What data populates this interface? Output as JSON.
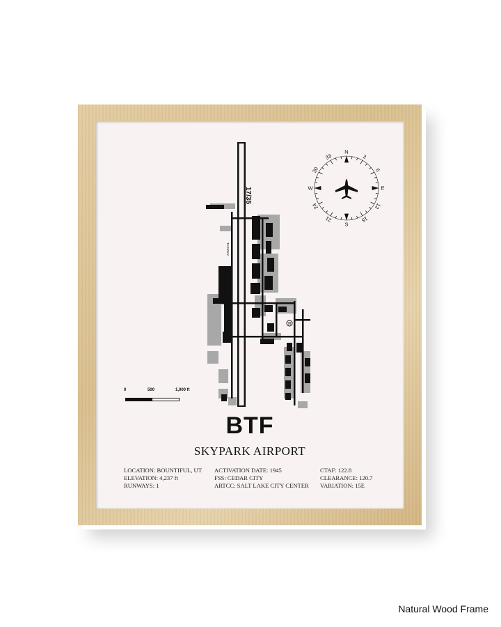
{
  "poster": {
    "code": "BTF",
    "name": "SKYPARK AIRPORT",
    "runway_label": "17/35",
    "taxiway_label": "TAXIWAY",
    "heliport_symbol": "H",
    "scale": {
      "labels": [
        "0",
        "500",
        "1,000 ft"
      ]
    },
    "compass": {
      "cardinals": [
        "N",
        "E",
        "S",
        "W"
      ],
      "headings": [
        "3",
        "6",
        "12",
        "15",
        "21",
        "24",
        "30",
        "33"
      ],
      "center_icon": "airplane-icon"
    },
    "info_columns": [
      [
        "LOCATION: BOUNTIFUL, UT",
        "ELEVATION: 4,237 ft",
        "RUNWAYS: 1"
      ],
      [
        "ACTIVATION DATE: 1945",
        "FSS: CEDAR CITY",
        "ARTCC: SALT LAKE CITY CENTER"
      ],
      [
        "CTAF: 122.8",
        "CLEARANCE: 120.7",
        "VARIATION: 15E"
      ]
    ]
  },
  "caption": "Natural Wood Frame",
  "colors": {
    "frame": "#dcc496",
    "mat": "#f8f3f2",
    "ink": "#111111",
    "shadow_buildings": "#a8a8a8"
  }
}
